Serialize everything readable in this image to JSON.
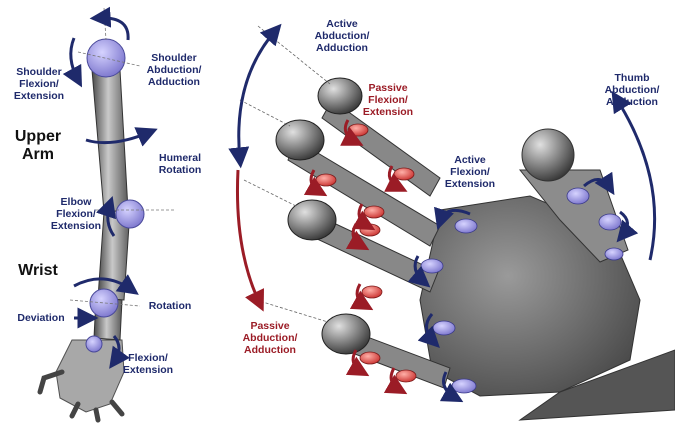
{
  "colors": {
    "active": "#1f2a6b",
    "passive": "#9b1c26",
    "joint_active": "#8a86d6",
    "joint_passive": "#d94a4a",
    "section": "#111111"
  },
  "arm": {
    "shoulder_flexion": "Shoulder\nFlexion/\nExtension",
    "shoulder_abduction": "Shoulder\nAbduction/\nAdduction",
    "upper_arm": "Upper\nArm",
    "humeral_rotation": "Humeral\nRotation",
    "elbow": "Elbow\nFlexion/\nExtension",
    "wrist": "Wrist",
    "rotation": "Rotation",
    "deviation": "Deviation",
    "flexion": "Flexion/\nExtension"
  },
  "hand": {
    "active_abduction": "Active\nAbduction/\nAdduction",
    "passive_flexion": "Passive\nFlexion/\nExtension",
    "active_flexion": "Active\nFlexion/\nExtension",
    "thumb": "Thumb\nAbduction/\nAdduction",
    "passive_abduction": "Passive\nAbduction/\nAdduction"
  }
}
